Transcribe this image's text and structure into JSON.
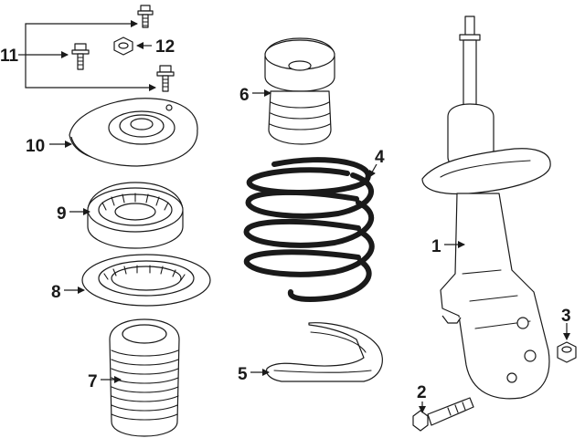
{
  "callouts": {
    "c1": "1",
    "c2": "2",
    "c3": "3",
    "c4": "4",
    "c5": "5",
    "c6": "6",
    "c7": "7",
    "c8": "8",
    "c9": "9",
    "c10": "10",
    "c11": "11",
    "c12": "12"
  },
  "colors": {
    "ink": "#1a1a1a",
    "background": "#ffffff"
  }
}
